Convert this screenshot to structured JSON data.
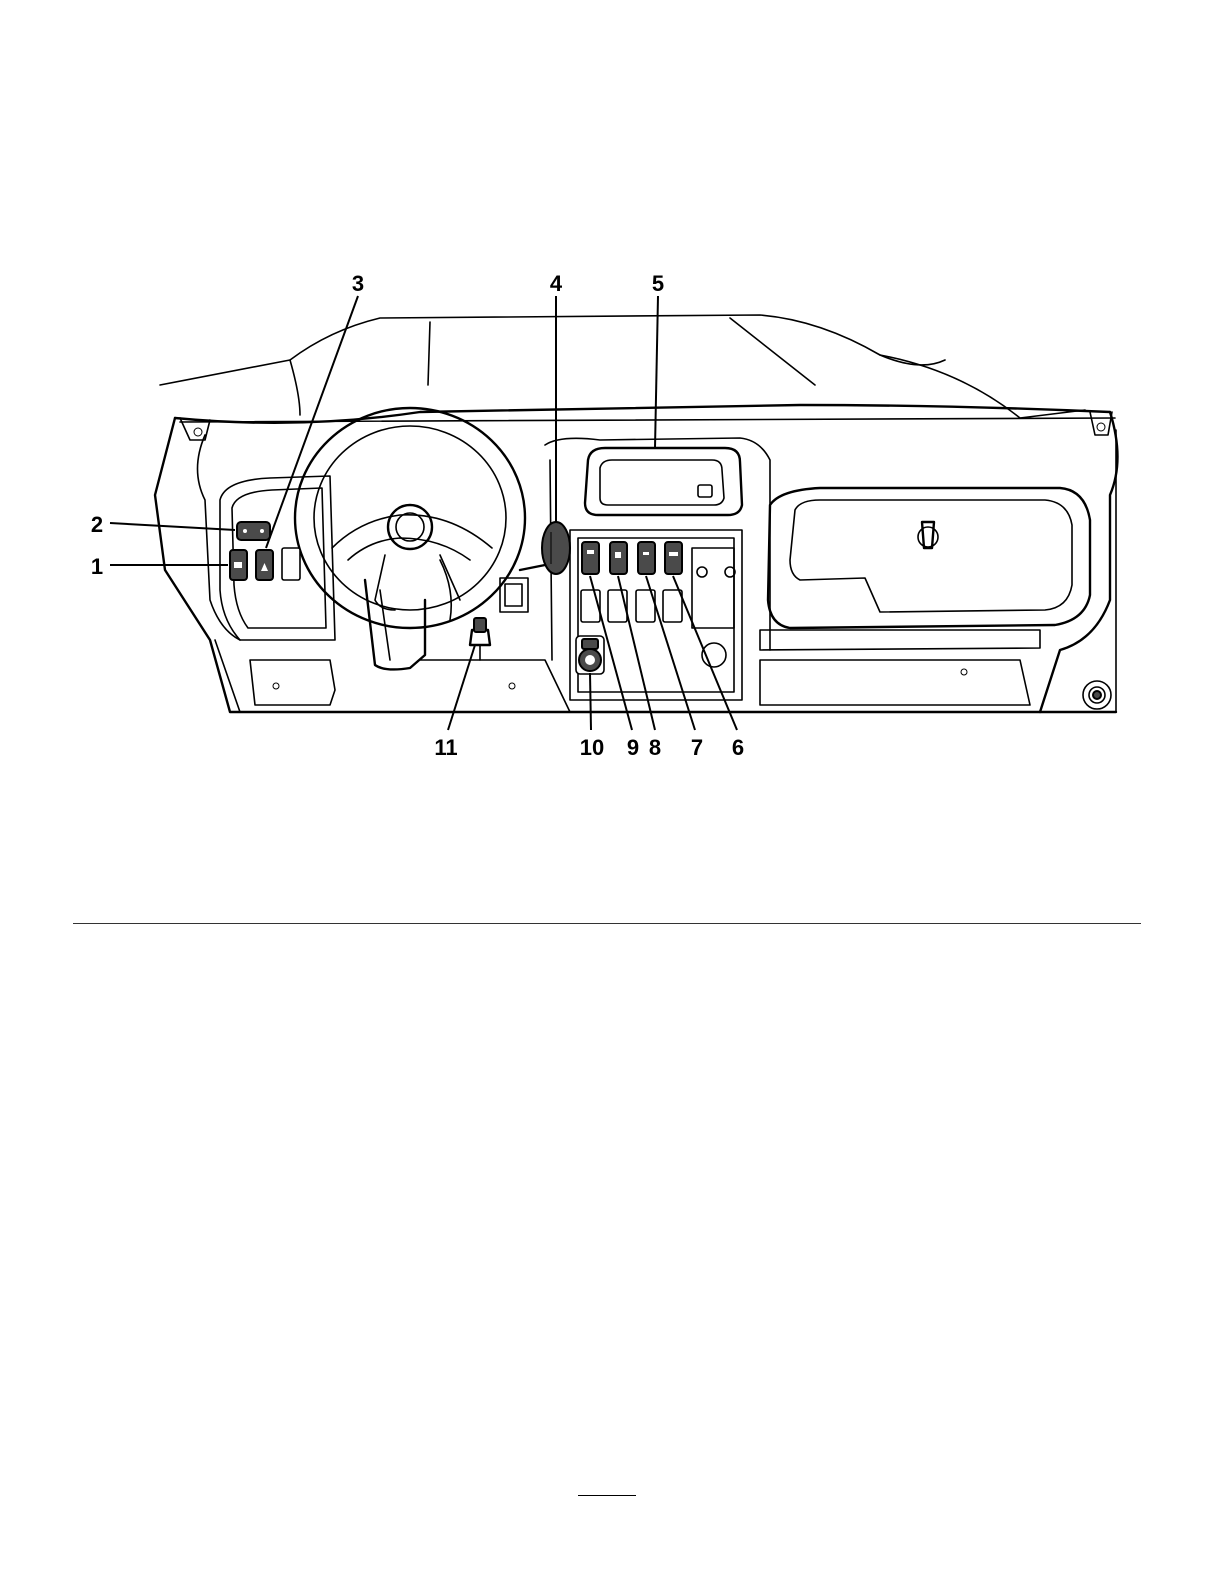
{
  "figure": {
    "callouts": [
      "1",
      "2",
      "3",
      "4",
      "5",
      "6",
      "7",
      "8",
      "9",
      "10",
      "11"
    ]
  }
}
